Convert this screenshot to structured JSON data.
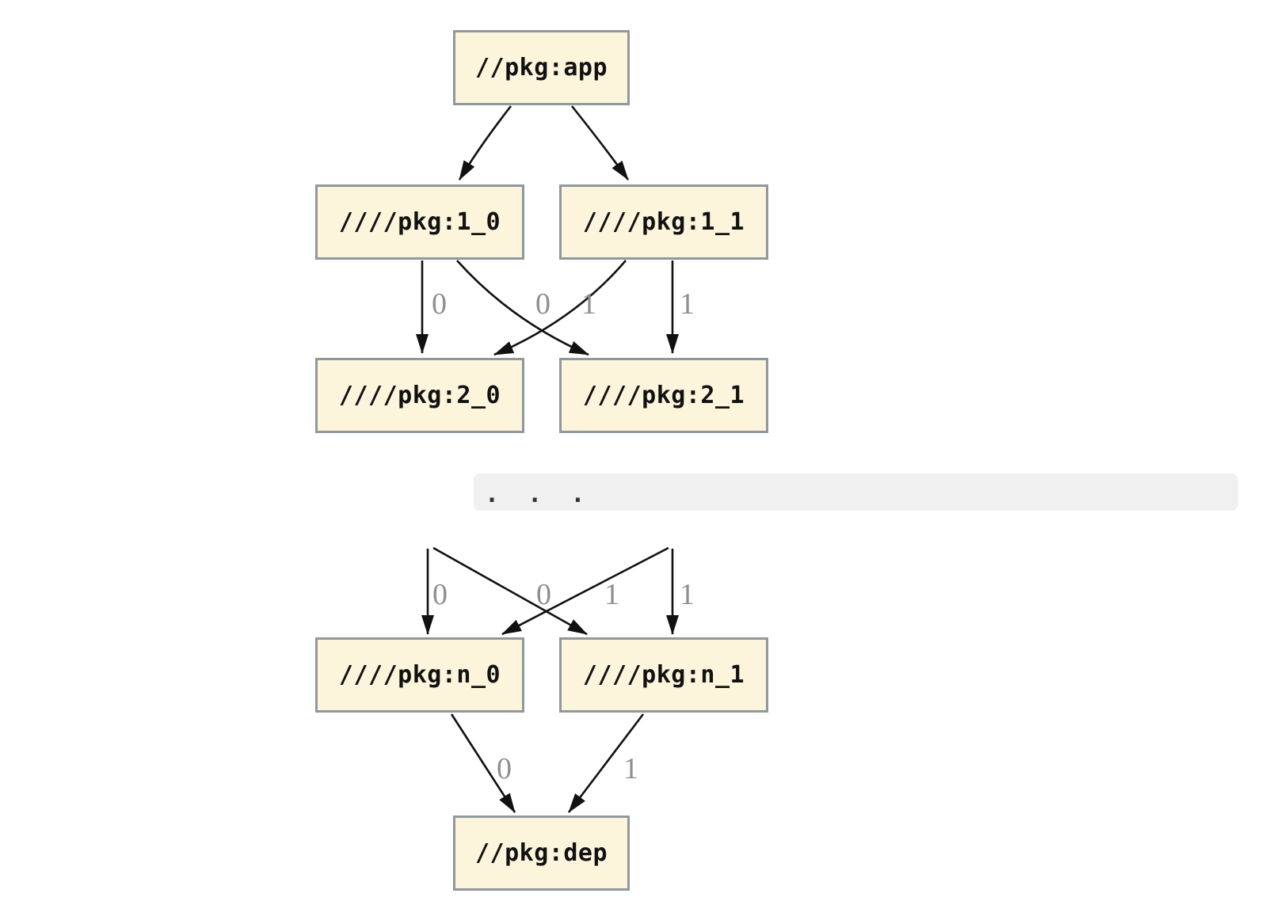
{
  "diagram": {
    "type": "dependency-graph",
    "background": "#ffffff",
    "colors": {
      "node_fill": "#fcf5dc",
      "node_border": "#90989d",
      "node_text": "#111111",
      "edge": "#111111",
      "edge_label": "#8e8e8e",
      "ellipsis_bar_bg": "#f0f0f0",
      "ellipsis_dots": "#333333"
    },
    "nodes": [
      {
        "id": "app",
        "label": "//pkg:app"
      },
      {
        "id": "1_0",
        "label": "////pkg:1_0"
      },
      {
        "id": "1_1",
        "label": "////pkg:1_1"
      },
      {
        "id": "2_0",
        "label": "////pkg:2_0"
      },
      {
        "id": "2_1",
        "label": "////pkg:2_1"
      },
      {
        "id": "n_0",
        "label": "////pkg:n_0"
      },
      {
        "id": "n_1",
        "label": "////pkg:n_1"
      },
      {
        "id": "dep",
        "label": "//pkg:dep"
      }
    ],
    "ellipsis": ".  .  .",
    "edges": [
      {
        "from": "app",
        "to": "1_0",
        "label": ""
      },
      {
        "from": "app",
        "to": "1_1",
        "label": ""
      },
      {
        "from": "1_0",
        "to": "2_0",
        "label": "0"
      },
      {
        "from": "1_0",
        "to": "2_1",
        "label": "1"
      },
      {
        "from": "1_1",
        "to": "2_0",
        "label": "0"
      },
      {
        "from": "1_1",
        "to": "2_1",
        "label": "1"
      },
      {
        "from": "...",
        "to": "n_0",
        "label": "0"
      },
      {
        "from": "...",
        "to": "n_1",
        "label": "1"
      },
      {
        "from": "...",
        "to": "n_0",
        "label": "0"
      },
      {
        "from": "...",
        "to": "n_1",
        "label": "1"
      },
      {
        "from": "n_0",
        "to": "dep",
        "label": "0"
      },
      {
        "from": "n_1",
        "to": "dep",
        "label": "1"
      }
    ]
  }
}
